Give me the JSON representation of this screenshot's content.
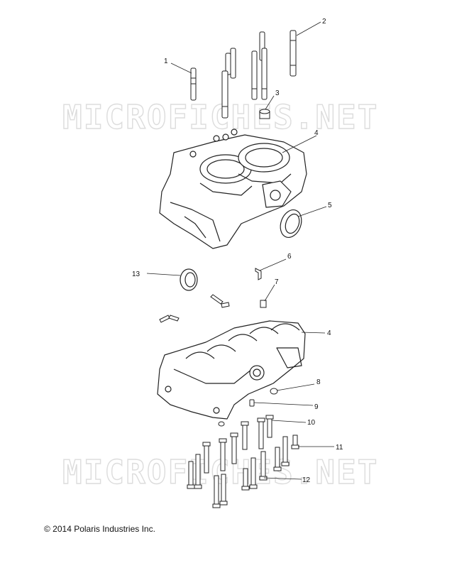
{
  "watermark": "MICROFICHES.NET",
  "copyright": "© 2014 Polaris Industries Inc.",
  "callouts": {
    "c1": "1",
    "c2": "2",
    "c3": "3",
    "c4a": "4",
    "c5": "5",
    "c6": "6",
    "c7": "7",
    "c13": "13",
    "c4b": "4",
    "c8": "8",
    "c9": "9",
    "c10": "10",
    "c11": "11",
    "c12": "12"
  }
}
